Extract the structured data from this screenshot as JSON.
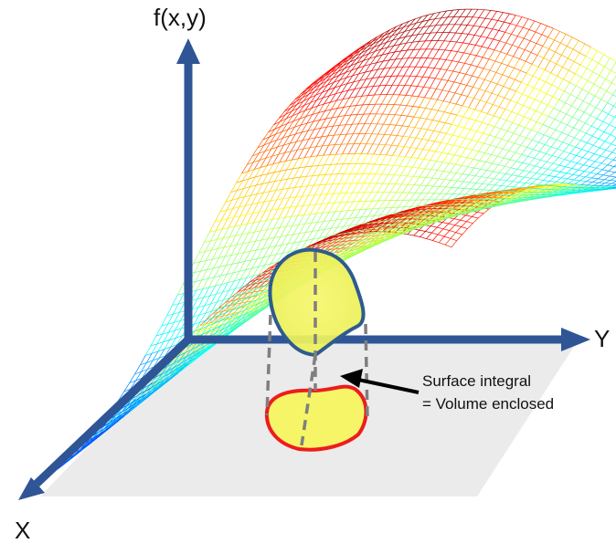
{
  "axes": {
    "vertical_label": "f(x,y)",
    "y_label": "Y",
    "x_label": "X"
  },
  "annotation": {
    "line1": "Surface integral",
    "line2": "= Volume enclosed"
  },
  "colors": {
    "axis": "#2f5597",
    "plane": "#ebebeb",
    "region_fill": "#f5f567",
    "region_outline_surface": "#2e5b8f",
    "region_outline_base": "#ee1c1c",
    "projection_lines": "#7f7f7f",
    "pointer_arrow": "#000000"
  },
  "surface": {
    "style": "wireframe mesh",
    "colormap": "jet"
  }
}
